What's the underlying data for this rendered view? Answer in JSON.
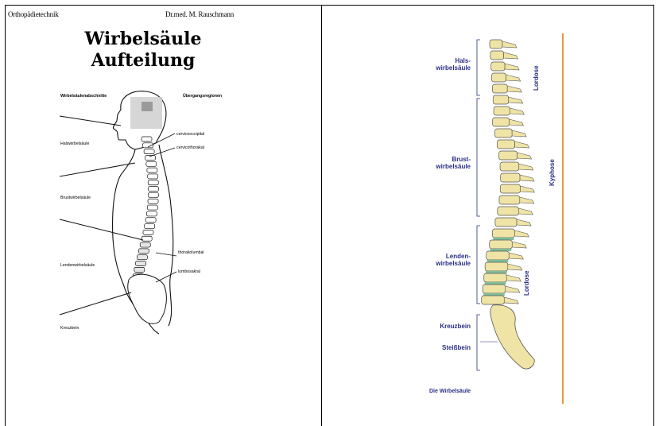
{
  "left_panel": {
    "header_left": "Orthopädietechnik",
    "header_right": "Dr.med. M. Rauschmann",
    "title_line1": "Wirbelsäule",
    "title_line2": "Aufteilung",
    "col_left": "Wirbelsäulenabschnitte",
    "col_right": "Übergangsregionen",
    "labels_left": [
      "Halswirbelsäule",
      "Brustwirbelsäule",
      "Lendenwirbelsäule",
      "Kreuzbein"
    ],
    "labels_right": [
      "cervicooccipital",
      "cervicothorakal",
      "thorakolumbal",
      "lumbosakral"
    ]
  },
  "right_panel": {
    "hals_line1": "Hals-",
    "hals_line2": "wirbelsäule",
    "brust_line1": "Brust-",
    "brust_line2": "wirbelsäule",
    "lenden_line1": "Lenden-",
    "lenden_line2": "wirbelsäule",
    "kreuzbein": "Kreuzbein",
    "steissbein": "Steißbein",
    "caption": "Die Wirbelsäule",
    "lordose_top": "Lordose",
    "kyphose": "Kyphose",
    "lordose_bottom": "Lordose",
    "accent_color": "#e8973a",
    "label_color": "#2a2f86",
    "bone_color": "#efe4a6"
  }
}
